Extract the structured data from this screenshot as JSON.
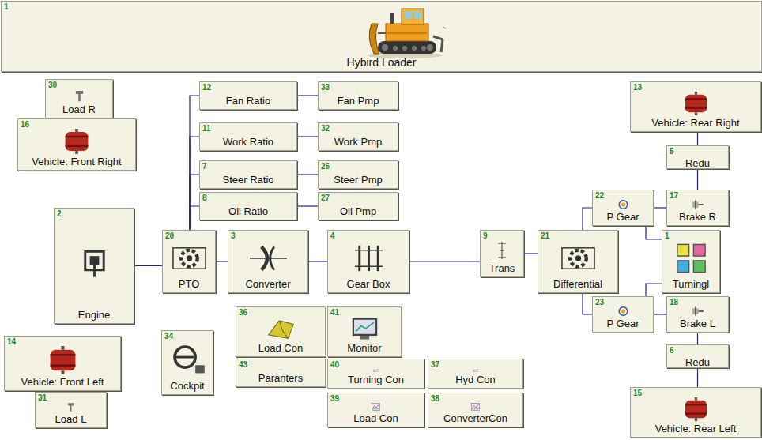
{
  "diagram": {
    "nodes": [
      {
        "text": [
          "1",
          "Hybird Loader"
        ]
      },
      {
        "text": [
          "30",
          "Load R"
        ]
      },
      {
        "text": [
          "12",
          "Fan Ratio"
        ]
      },
      {
        "text": [
          "33",
          "Fan Pmp"
        ]
      },
      {
        "text": [
          "13",
          "Vehicle: Rear Right"
        ]
      },
      {
        "text": [
          "16",
          "Vehicle: Front Right"
        ]
      },
      {
        "text": [
          "11",
          "Work Ratio"
        ]
      },
      {
        "text": [
          "32",
          "Work Pmp"
        ]
      },
      {
        "text": [
          "5",
          "Redu"
        ]
      },
      {
        "text": [
          "7",
          "Steer Ratio"
        ]
      },
      {
        "text": [
          "26",
          "Steer Pmp"
        ]
      },
      {
        "text": [
          "22",
          "P Gear"
        ]
      },
      {
        "text": [
          "17",
          "Brake R"
        ]
      },
      {
        "text": [
          "8",
          "Oil Ratio"
        ]
      },
      {
        "text": [
          "27",
          "Oil Pmp"
        ]
      },
      {
        "text": [
          "2",
          "Engine"
        ]
      },
      {
        "text": [
          "20",
          "PTO"
        ]
      },
      {
        "text": [
          "3",
          "Converter"
        ]
      },
      {
        "text": [
          "4",
          "Gear Box"
        ]
      },
      {
        "text": [
          "9",
          "Trans"
        ]
      },
      {
        "text": [
          "21",
          "Differential"
        ]
      },
      {
        "text": [
          "1",
          "Turningl"
        ]
      },
      {
        "text": [
          "23",
          "P Gear"
        ]
      },
      {
        "text": [
          "18",
          "Brake L"
        ]
      },
      {
        "text": [
          "36",
          "Load Con"
        ]
      },
      {
        "text": [
          "41",
          "Monitor"
        ]
      },
      {
        "text": [
          "34",
          "Cockpit"
        ]
      },
      {
        "text": [
          "14",
          "Vehicle: Front Left"
        ]
      },
      {
        "text": [
          "6",
          "Redu"
        ]
      },
      {
        "text": [
          "43",
          "Paranters"
        ]
      },
      {
        "text": [
          "40",
          "Turning Con"
        ]
      },
      {
        "text": [
          "37",
          "Hyd Con"
        ]
      },
      {
        "text": [
          "31",
          "Load L"
        ]
      },
      {
        "text": [
          "15",
          "Vehicle: Rear Left"
        ]
      },
      {
        "text": [
          "39",
          "Load Con"
        ]
      },
      {
        "text": [
          "38",
          "ConverterCon"
        ]
      }
    ],
    "edges": [
      {
        "from": 1,
        "to": 5,
        "arrow": "none"
      },
      {
        "from": 15,
        "to": 16,
        "arrow": "none"
      },
      {
        "from": 16,
        "to": 2,
        "arrow": "none"
      },
      {
        "from": 16,
        "to": 6,
        "arrow": "none"
      },
      {
        "from": 16,
        "to": 9,
        "arrow": "none"
      },
      {
        "from": 16,
        "to": 13,
        "arrow": "none"
      },
      {
        "from": 2,
        "to": 3,
        "arrow": "none"
      },
      {
        "from": 6,
        "to": 7,
        "arrow": "none"
      },
      {
        "from": 9,
        "to": 10,
        "arrow": "none"
      },
      {
        "from": 13,
        "to": 14,
        "arrow": "none"
      },
      {
        "from": 16,
        "to": 17,
        "arrow": "none"
      },
      {
        "from": 17,
        "to": 18,
        "arrow": "none"
      },
      {
        "from": 18,
        "to": 19,
        "arrow": "none"
      },
      {
        "from": 19,
        "to": 20,
        "arrow": "none"
      },
      {
        "from": 20,
        "to": 11,
        "arrow": "none"
      },
      {
        "from": 20,
        "to": 22,
        "arrow": "none"
      },
      {
        "from": 11,
        "to": 12,
        "arrow": "none"
      },
      {
        "from": 11,
        "to": 21,
        "arrow": "none"
      },
      {
        "from": 22,
        "to": 21,
        "arrow": "none"
      },
      {
        "from": 22,
        "to": 23,
        "arrow": "none"
      },
      {
        "from": 12,
        "to": 8,
        "arrow": "none"
      },
      {
        "from": 8,
        "to": 4,
        "arrow": "none"
      },
      {
        "from": 23,
        "to": 28,
        "arrow": "none"
      },
      {
        "from": 28,
        "to": 33,
        "arrow": "none"
      },
      {
        "from": 27,
        "to": 32,
        "arrow": "none"
      }
    ]
  }
}
